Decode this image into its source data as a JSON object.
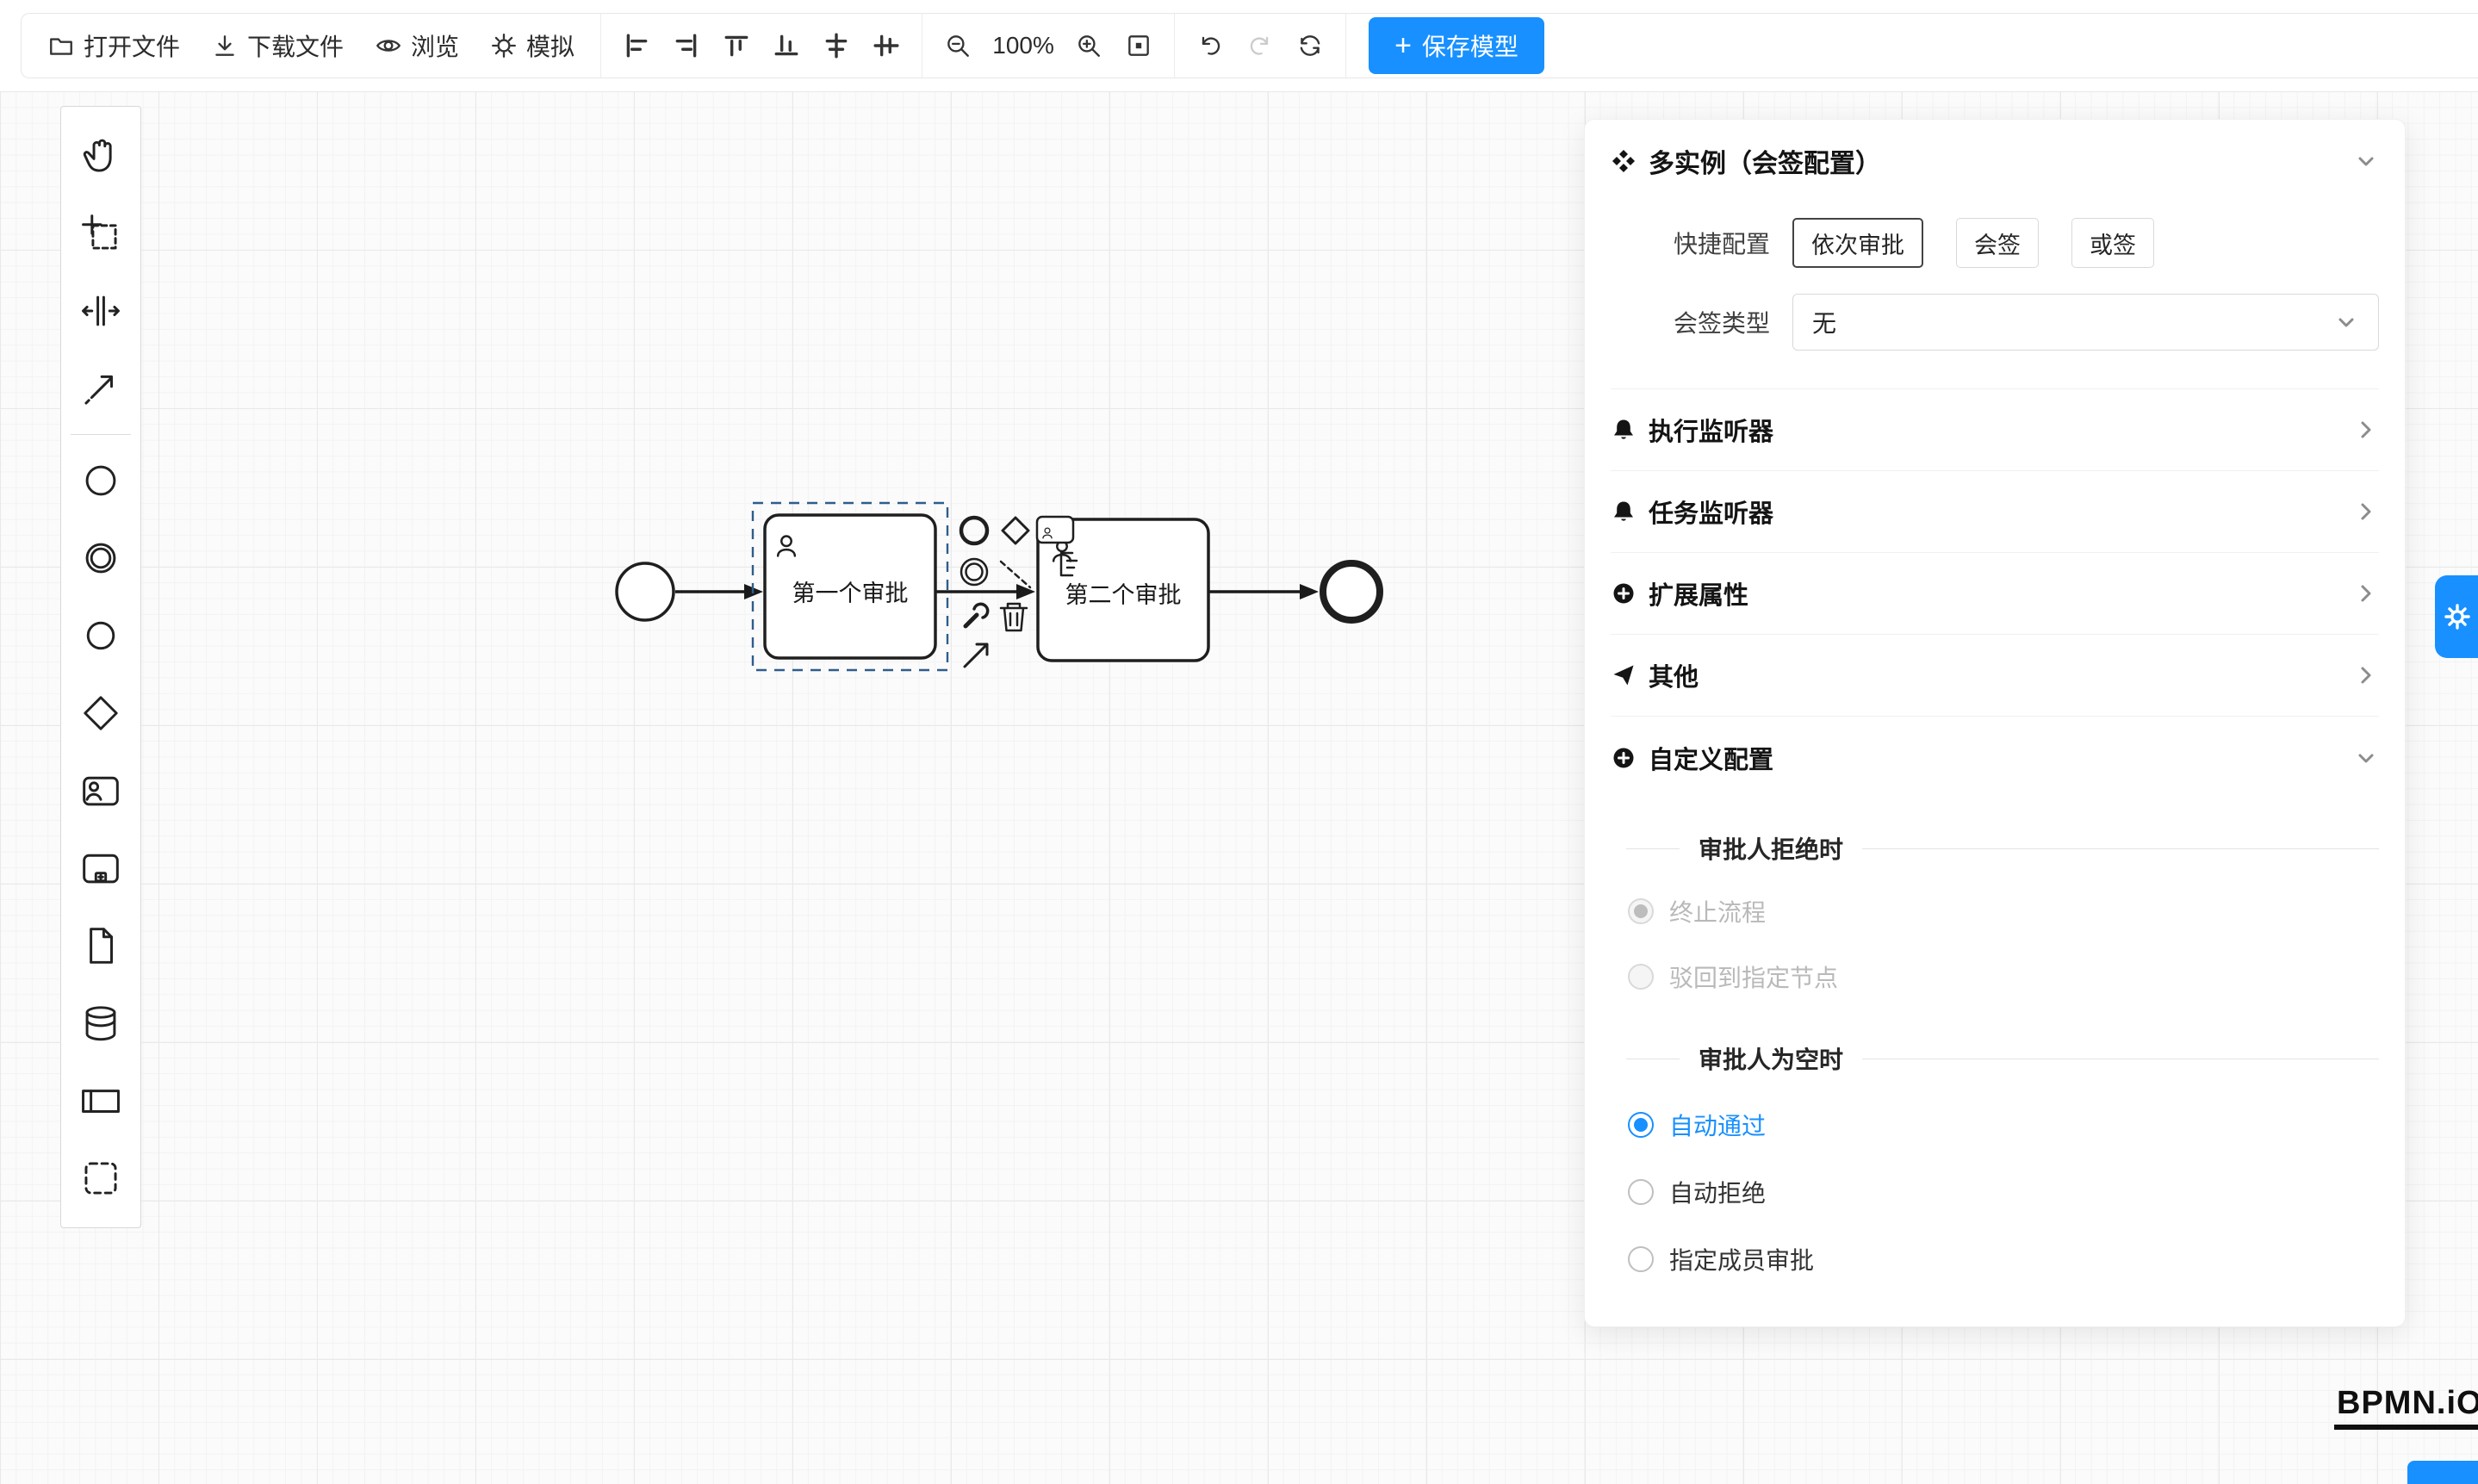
{
  "colors": {
    "accent": "#1890ff",
    "selection_outline": "#2e5d8c"
  },
  "toolbar": {
    "open_label": "打开文件",
    "download_label": "下载文件",
    "preview_label": "浏览",
    "simulate_label": "模拟",
    "zoom_level": "100%",
    "save_plus": "+",
    "save_label": "保存模型"
  },
  "palette": {
    "tools": [
      "hand-tool",
      "lasso-tool",
      "space-tool",
      "global-connect-tool",
      "start-event",
      "intermediate-event",
      "end-event",
      "gateway",
      "user-task",
      "subprocess",
      "data-object",
      "data-store",
      "participant",
      "group"
    ]
  },
  "canvas": {
    "task1_label": "第一个审批",
    "task2_label": "第二个审批"
  },
  "panel": {
    "title": "多实例（会签配置）",
    "quick_config_label": "快捷配置",
    "quick_options": [
      {
        "label": "依次审批",
        "active": true
      },
      {
        "label": "会签",
        "active": false
      },
      {
        "label": "或签",
        "active": false
      }
    ],
    "sign_type_label": "会签类型",
    "sign_type_value": "无",
    "sections": [
      {
        "label": "执行监听器"
      },
      {
        "label": "任务监听器"
      },
      {
        "label": "扩展属性"
      },
      {
        "label": "其他"
      },
      {
        "label": "自定义配置"
      }
    ],
    "reject_group": {
      "title": "审批人拒绝时",
      "options": [
        {
          "label": "终止流程",
          "state": "disabled-checked"
        },
        {
          "label": "驳回到指定节点",
          "state": "disabled"
        }
      ]
    },
    "empty_group": {
      "title": "审批人为空时",
      "options": [
        {
          "label": "自动通过",
          "state": "checked"
        },
        {
          "label": "自动拒绝",
          "state": "normal"
        },
        {
          "label": "指定成员审批",
          "state": "normal"
        }
      ]
    }
  },
  "watermark": "BPMN.iO"
}
